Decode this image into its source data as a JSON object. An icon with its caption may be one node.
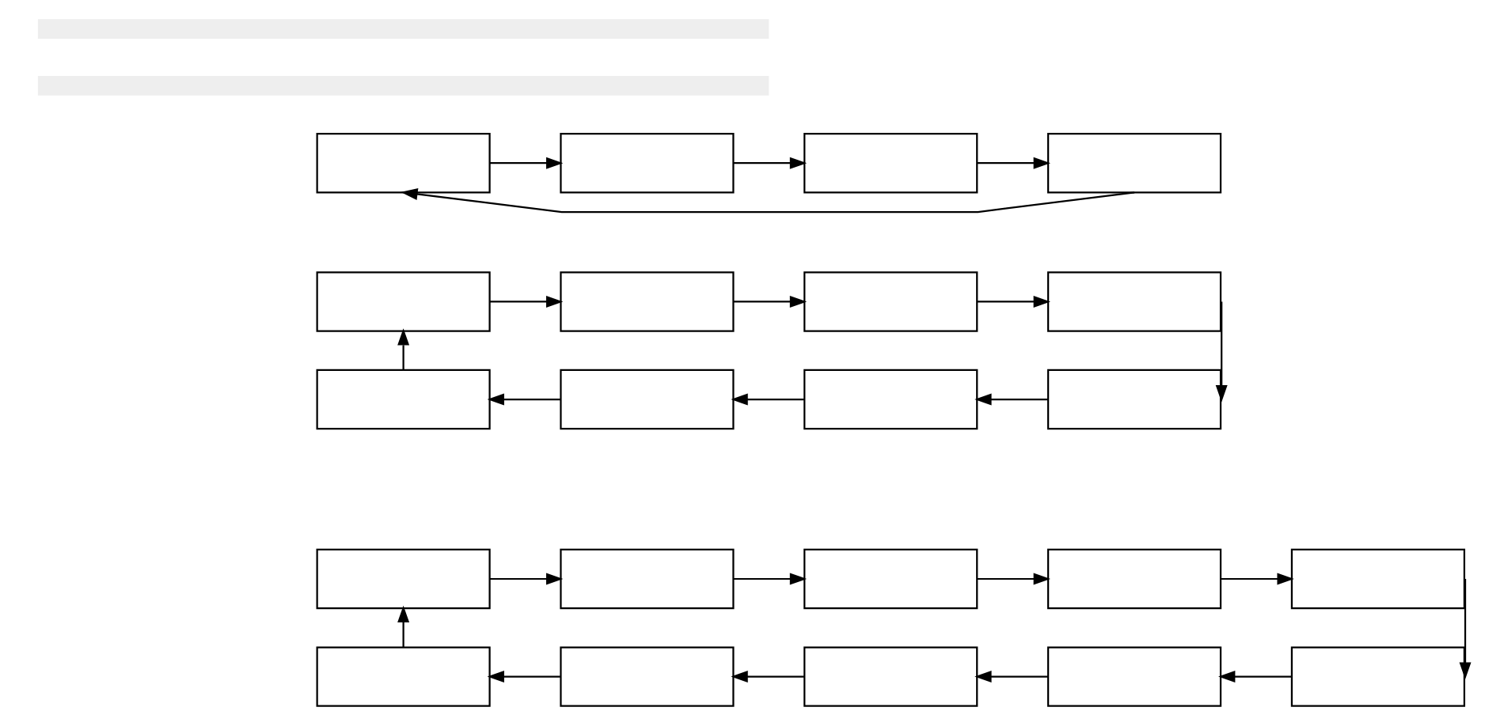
{
  "diagram": {
    "nodes": [
      {
        "text": [],
        "shape": "bar"
      },
      {
        "text": [],
        "shape": "bar"
      },
      {
        "text": [],
        "shape": "box"
      },
      {
        "text": [],
        "shape": "box"
      },
      {
        "text": [],
        "shape": "box"
      },
      {
        "text": [],
        "shape": "box"
      },
      {
        "text": [],
        "shape": "box"
      },
      {
        "text": [],
        "shape": "box"
      },
      {
        "text": [],
        "shape": "box"
      },
      {
        "text": [],
        "shape": "box"
      },
      {
        "text": [],
        "shape": "box"
      },
      {
        "text": [],
        "shape": "box"
      },
      {
        "text": [],
        "shape": "box"
      },
      {
        "text": [],
        "shape": "box"
      },
      {
        "text": [],
        "shape": "box"
      },
      {
        "text": [],
        "shape": "box"
      },
      {
        "text": [],
        "shape": "box"
      },
      {
        "text": [],
        "shape": "box"
      },
      {
        "text": [],
        "shape": "box"
      },
      {
        "text": [],
        "shape": "box"
      },
      {
        "text": [],
        "shape": "box"
      },
      {
        "text": [],
        "shape": "box"
      },
      {
        "text": [],
        "shape": "box"
      },
      {
        "text": [],
        "shape": "box"
      }
    ],
    "edges": [
      {
        "from": 2,
        "to": 3,
        "arrow": "to"
      },
      {
        "from": 3,
        "to": 4,
        "arrow": "to"
      },
      {
        "from": 4,
        "to": 5,
        "arrow": "to"
      },
      {
        "from": 5,
        "to": 2,
        "arrow": "to"
      },
      {
        "from": 6,
        "to": 7,
        "arrow": "to"
      },
      {
        "from": 7,
        "to": 8,
        "arrow": "to"
      },
      {
        "from": 8,
        "to": 9,
        "arrow": "to"
      },
      {
        "from": 9,
        "to": 13,
        "arrow": "to"
      },
      {
        "from": 13,
        "to": 12,
        "arrow": "to"
      },
      {
        "from": 12,
        "to": 11,
        "arrow": "to"
      },
      {
        "from": 11,
        "to": 10,
        "arrow": "to"
      },
      {
        "from": 10,
        "to": 6,
        "arrow": "to"
      },
      {
        "from": 14,
        "to": 15,
        "arrow": "to"
      },
      {
        "from": 15,
        "to": 16,
        "arrow": "to"
      },
      {
        "from": 16,
        "to": 17,
        "arrow": "to"
      },
      {
        "from": 17,
        "to": 18,
        "arrow": "to"
      },
      {
        "from": 18,
        "to": 23,
        "arrow": "to"
      },
      {
        "from": 23,
        "to": 22,
        "arrow": "to"
      },
      {
        "from": 22,
        "to": 21,
        "arrow": "to"
      },
      {
        "from": 21,
        "to": 20,
        "arrow": "to"
      },
      {
        "from": 20,
        "to": 19,
        "arrow": "to"
      },
      {
        "from": 19,
        "to": 14,
        "arrow": "to"
      }
    ]
  }
}
